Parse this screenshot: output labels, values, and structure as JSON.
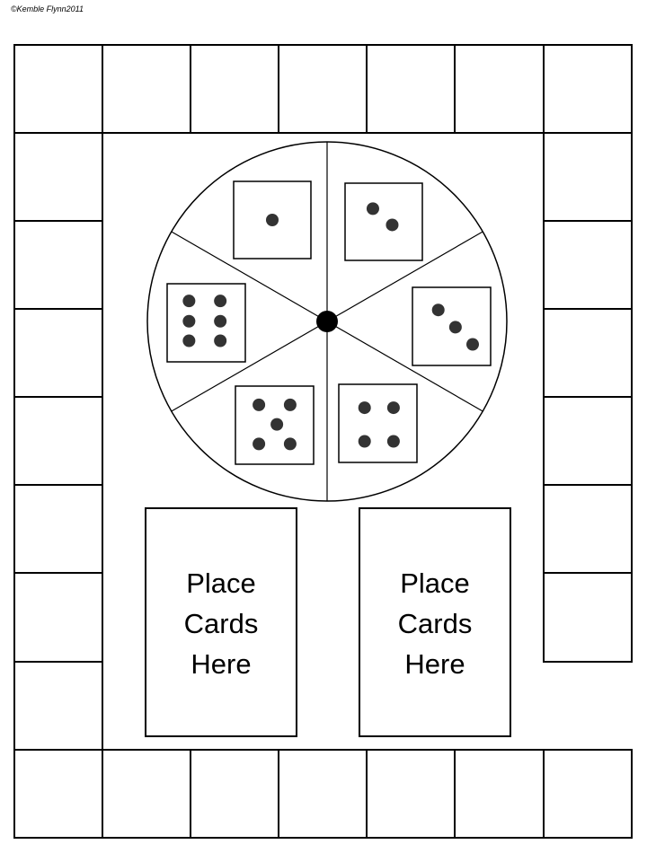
{
  "copyright": "©Kemble Flynn2011",
  "spinner": {
    "faces": [
      1,
      2,
      3,
      4,
      5,
      6
    ]
  },
  "card_zones": [
    {
      "line1": "Place",
      "line2": "Cards",
      "line3": "Here"
    },
    {
      "line1": "Place",
      "line2": "Cards",
      "line3": "Here"
    }
  ],
  "board": {
    "top_row_squares": 7,
    "bottom_row_squares": 7,
    "left_column_squares": 7,
    "right_column_squares": 6
  }
}
